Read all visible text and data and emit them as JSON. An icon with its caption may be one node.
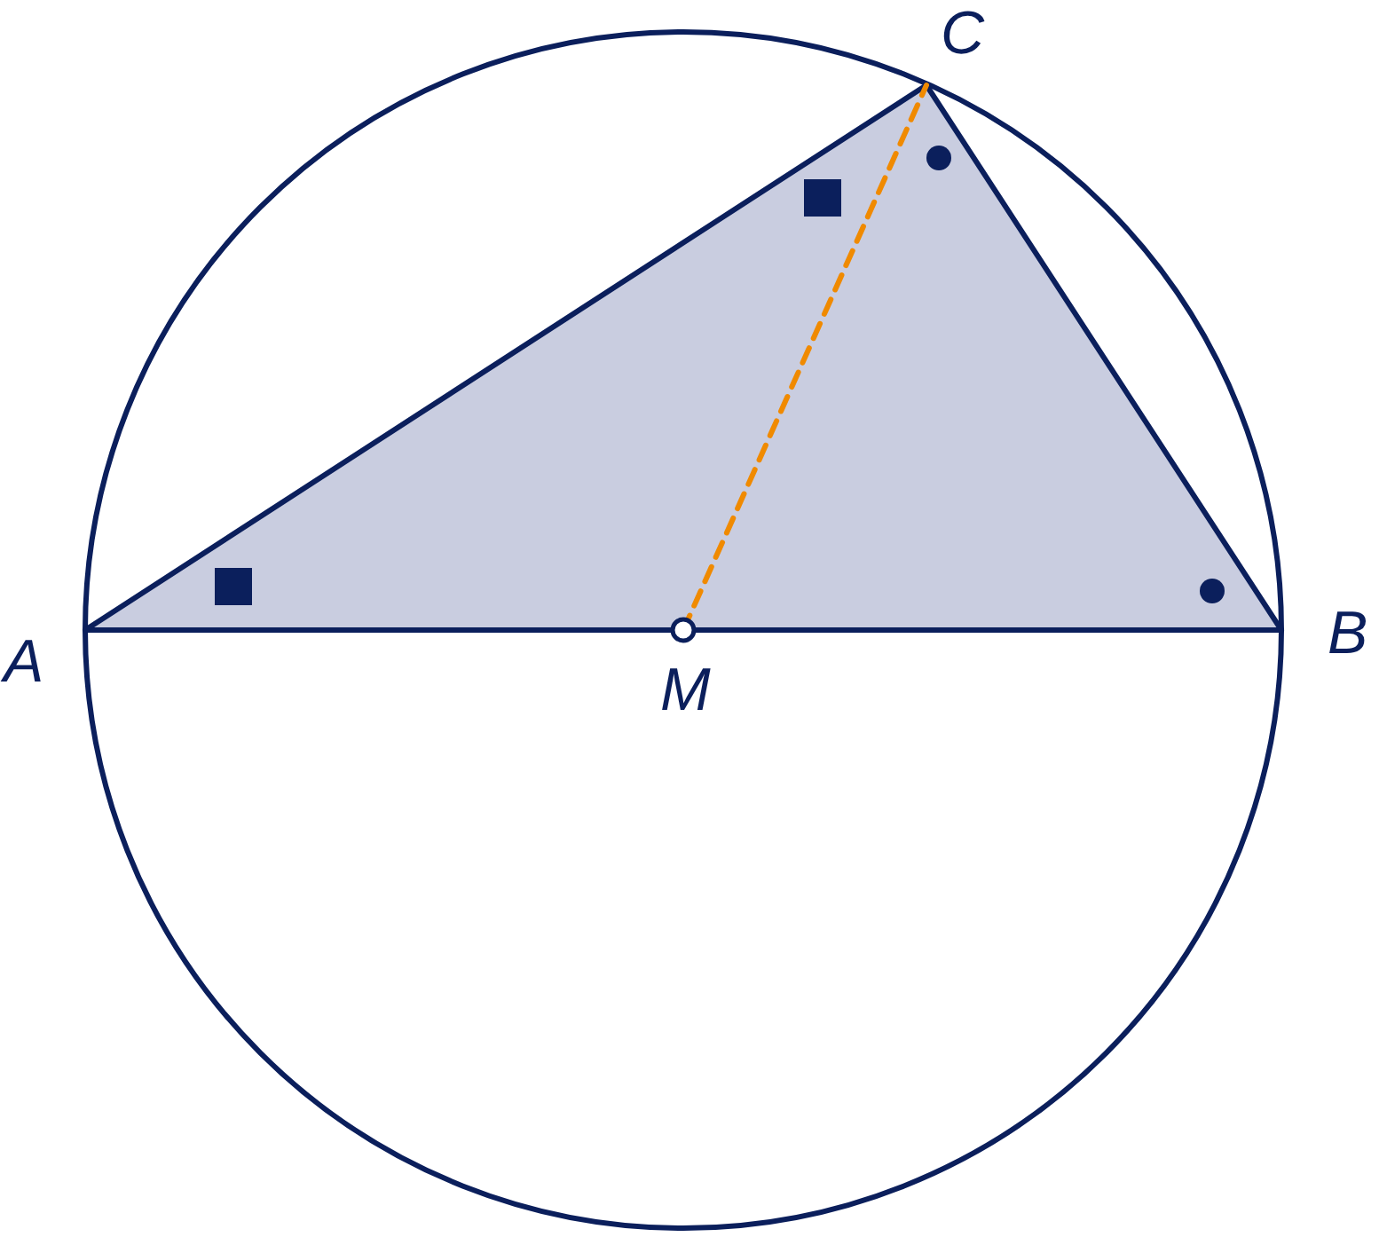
{
  "diagram": {
    "nodes": [
      {
        "text": [
          "A"
        ]
      },
      {
        "text": [
          "B"
        ]
      },
      {
        "text": [
          "C"
        ]
      },
      {
        "text": [
          "M"
        ]
      }
    ],
    "edges": [
      {
        "from": 0,
        "to": 1,
        "arrow": "none"
      },
      {
        "from": 1,
        "to": 2,
        "arrow": "none"
      },
      {
        "from": 2,
        "to": 0,
        "arrow": "none"
      },
      {
        "from": 3,
        "to": 2,
        "arrow": "none",
        "style": "dashed",
        "color": "#f08a00"
      }
    ]
  }
}
